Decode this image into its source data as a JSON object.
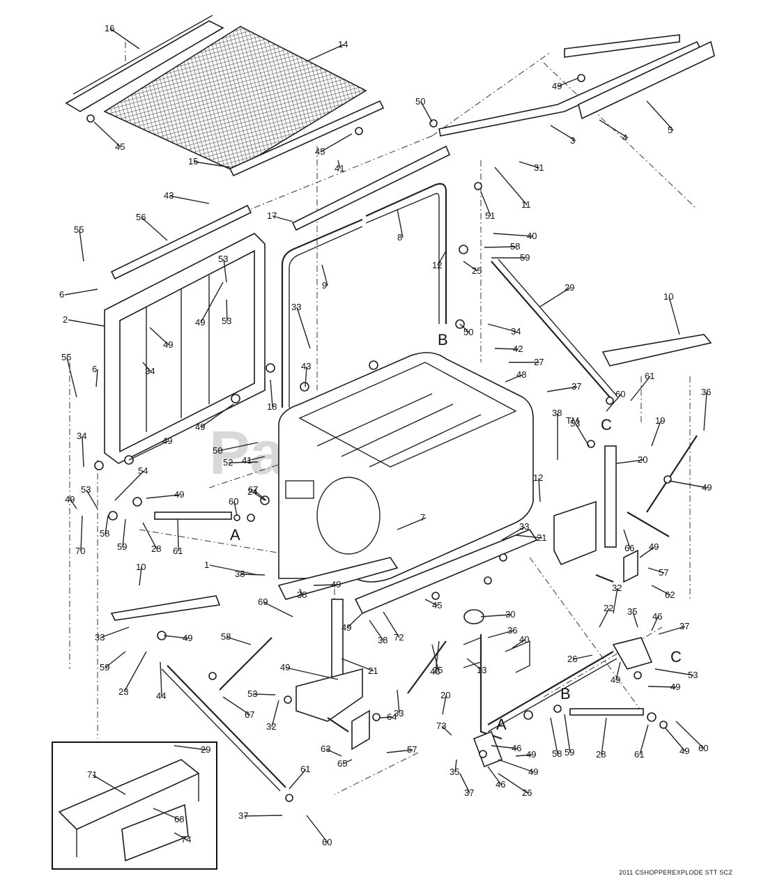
{
  "watermark": "PartsTree",
  "watermark_tm": "TM",
  "footer_code": "2011 CSHOPPEREXPLODE STT SCZ",
  "reference_letters": [
    "A",
    "B",
    "C"
  ],
  "callouts": [
    "16",
    "14",
    "49",
    "5",
    "4",
    "3",
    "50",
    "45",
    "45",
    "41",
    "31",
    "15",
    "11",
    "43",
    "17",
    "51",
    "56",
    "55",
    "8",
    "40",
    "58",
    "59",
    "9",
    "12",
    "25",
    "6",
    "2",
    "29",
    "53",
    "49",
    "34",
    "33",
    "10",
    "B",
    "24",
    "50",
    "34",
    "42",
    "27",
    "53",
    "49",
    "43",
    "48",
    "37",
    "61",
    "60",
    "55",
    "6",
    "18",
    "49",
    "C",
    "36",
    "38",
    "53",
    "19",
    "34",
    "49",
    "50",
    "52",
    "41",
    "20",
    "49",
    "54",
    "49",
    "60",
    "67",
    "12",
    "53",
    "49",
    "24",
    "58",
    "59",
    "28",
    "61",
    "A",
    "34",
    "70",
    "7",
    "33",
    "66",
    "49",
    "21",
    "57",
    "62",
    "1",
    "38",
    "49",
    "69",
    "38",
    "32",
    "49",
    "45",
    "30",
    "10",
    "35",
    "46",
    "37",
    "33",
    "25",
    "49",
    "38",
    "72",
    "22",
    "36",
    "40",
    "58",
    "59",
    "23",
    "44",
    "13",
    "C",
    "26",
    "49",
    "53",
    "49",
    "21",
    "33",
    "46",
    "49",
    "B",
    "19",
    "67",
    "53",
    "32",
    "20",
    "49",
    "64",
    "73",
    "A",
    "57",
    "63",
    "46",
    "65",
    "49",
    "58",
    "59",
    "28",
    "61",
    "49",
    "60",
    "29",
    "71",
    "61",
    "35",
    "49",
    "68",
    "37",
    "46",
    "26",
    "74",
    "37",
    "60"
  ]
}
